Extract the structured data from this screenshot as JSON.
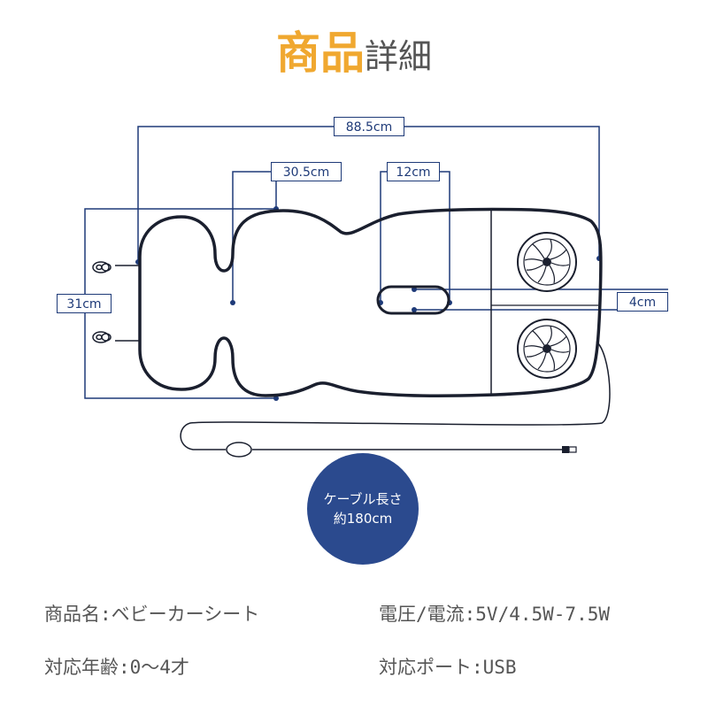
{
  "title": {
    "accent": "商品",
    "rest": "詳細"
  },
  "dimensions": {
    "total_length": "88.5cm",
    "head_width": "30.5cm",
    "slot_width": "12cm",
    "height": "31cm",
    "slot_height": "4cm"
  },
  "cable": {
    "line1": "ケーブル長さ",
    "line2": "約180cm"
  },
  "specs": {
    "product_name": "商品名:ベビーカーシート",
    "voltage_current": "電圧/電流:5V/4.5W-7.5W",
    "age": "対応年齢:0～4才",
    "port": "対応ポート:USB"
  },
  "colors": {
    "accent": "#f0a830",
    "dimension_line": "#1e3a78",
    "outline": "#1a1f2e",
    "circle": "#2b4a8e"
  }
}
